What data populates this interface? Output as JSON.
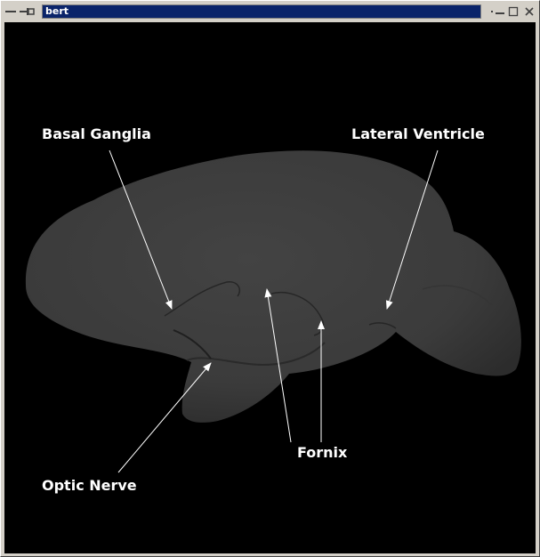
{
  "window": {
    "title": "bert",
    "icons": {
      "menu": "dash-icon",
      "pin": "pin-icon",
      "dot": "dot-icon",
      "minimize": "minimize-icon",
      "maximize": "maximize-icon",
      "close": "close-icon"
    },
    "colors": {
      "titlebar_active": "#0a246a",
      "frame": "#d4d0c8",
      "canvas": "#000000",
      "label_text": "#ffffff",
      "structure": "#3e3e3e"
    }
  },
  "labels": {
    "basal_ganglia": "Basal Ganglia",
    "lateral_ventricle": "Lateral Ventricle",
    "fornix": "Fornix",
    "optic_nerve": "Optic Nerve"
  }
}
